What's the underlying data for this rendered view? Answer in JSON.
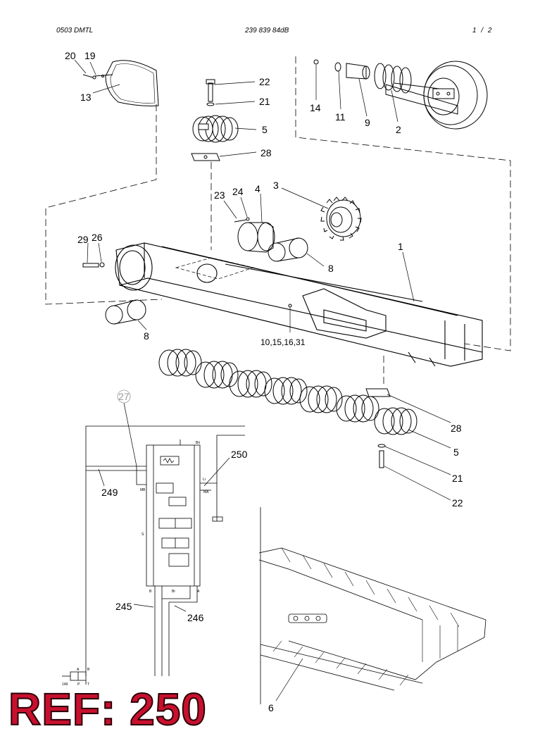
{
  "header": {
    "left": "0503 DMTL",
    "center": "239 839 84dB",
    "right": "1 / 2"
  },
  "callouts": {
    "c20": "20",
    "c19": "19",
    "c13": "13",
    "c22a": "22",
    "c21a": "21",
    "c5a": "5",
    "c28a": "28",
    "c14": "14",
    "c11": "11",
    "c9": "9",
    "c2": "2",
    "c23": "23",
    "c24": "24",
    "c4": "4",
    "c3": "3",
    "c29": "29",
    "c26": "26",
    "c1": "1",
    "c8a": "8",
    "c8b": "8",
    "c101": "10,15,16,31",
    "c27": "27",
    "c28b": "28",
    "c5b": "5",
    "c21b": "21",
    "c22b": "22",
    "c250": "250",
    "c249": "249",
    "c245": "245",
    "c246": "246",
    "c6": "6"
  },
  "schematic_labels": {
    "bri": "Bri",
    "li": "Li",
    "ma": "MA",
    "mb": "MB",
    "s": "S",
    "b": "B",
    "a": "A",
    "br": "Br",
    "v_a": "A",
    "v_b": "B",
    "v_p": "P",
    "v_t": "T",
    "v_149": "149"
  },
  "stamp": {
    "text": "REF: 250",
    "color": "#c8102e"
  }
}
